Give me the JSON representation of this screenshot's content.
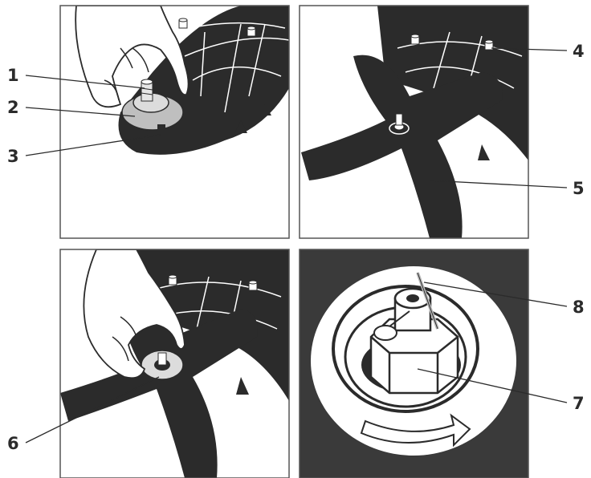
{
  "figure": {
    "panels": [
      {
        "id": "top-left",
        "callouts": [
          "1",
          "2",
          "3"
        ]
      },
      {
        "id": "top-right",
        "callouts": [
          "4",
          "5"
        ]
      },
      {
        "id": "bottom-left",
        "callouts": [
          "6"
        ]
      },
      {
        "id": "bottom-right",
        "callouts": [
          "7",
          "8"
        ]
      }
    ],
    "callouts": [
      {
        "label": "1"
      },
      {
        "label": "2"
      },
      {
        "label": "3"
      },
      {
        "label": "4"
      },
      {
        "label": "5"
      },
      {
        "label": "6"
      },
      {
        "label": "7"
      },
      {
        "label": "8"
      }
    ],
    "colors": {
      "ink": "#2b2b2b",
      "frame": "#555555",
      "paper": "#ffffff",
      "grey": "#cfcfcf"
    },
    "icons": [
      "hand-icon",
      "rotation-arrow-icon",
      "cotter-pin-icon",
      "hex-nut-icon",
      "blade-icon"
    ]
  }
}
